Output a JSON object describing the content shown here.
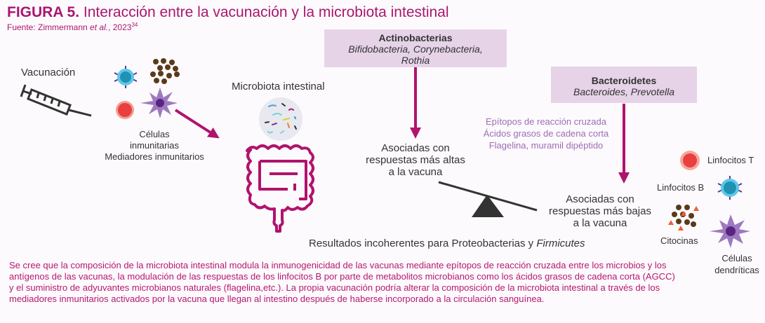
{
  "title": {
    "label": "FIGURA 5.",
    "text": "Interacción entre la vacunación y la microbiota intestinal"
  },
  "source": {
    "prefix": "Fuente: Zimmermann ",
    "etal": "et al.",
    "year": ", 2023",
    "ref": "34"
  },
  "left": {
    "vaccination": "Vacunación",
    "cells_label": [
      "Células",
      "inmunitarias",
      "Mediadores inmunitarios"
    ],
    "microbiota": "Microbiota intestinal"
  },
  "actino": {
    "title": "Actinobacterias",
    "species": "Bifidobacteria, Corynebacteria, Rothia"
  },
  "bactero": {
    "title": "Bacteroidetes",
    "species": "Bacteroides, Prevotella"
  },
  "higher": [
    "Asociadas con",
    "respuestas más altas",
    "a la vacuna"
  ],
  "mechanisms": [
    "Epítopos de reacción cruzada",
    "Ácidos grasos de cadena corta",
    "Flagelina, muramil dipéptido"
  ],
  "lower": [
    "Asociadas con",
    "respuestas más bajas",
    "a la vacuna"
  ],
  "inconsistent": {
    "text": "Resultados incoherentes para Proteobacterias y ",
    "italic": "Firmicutes"
  },
  "legend": {
    "t_cells": "Linfocitos T",
    "b_cells": "Linfocitos B",
    "cytokines": "Citocinas",
    "dendritic": [
      "Células",
      "dendríticas"
    ]
  },
  "paragraph": "Se cree que la composición de la microbiota intestinal modula la inmunogenicidad de las vacunas mediante epítopos de reacción cruzada entre los microbios y los antígenos de las vacunas, la modulación de las respuestas de los linfocitos B por parte de metabolitos microbianos como los ácidos grasos de cadena corta (AGCC) y el suministro de adyuvantes microbianos naturales (flagelina,etc.). La propia vacunación podría alterar la composición de la microbiota intestinal a través de los mediadores inmunitarios activados por la vacuna que llegan al intestino después de haberse incorporado a la circulación sanguínea.",
  "colors": {
    "accent": "#a8176f",
    "arrow": "#b0136e",
    "box": "#e6d3e8",
    "purple": "#9c6db3"
  }
}
